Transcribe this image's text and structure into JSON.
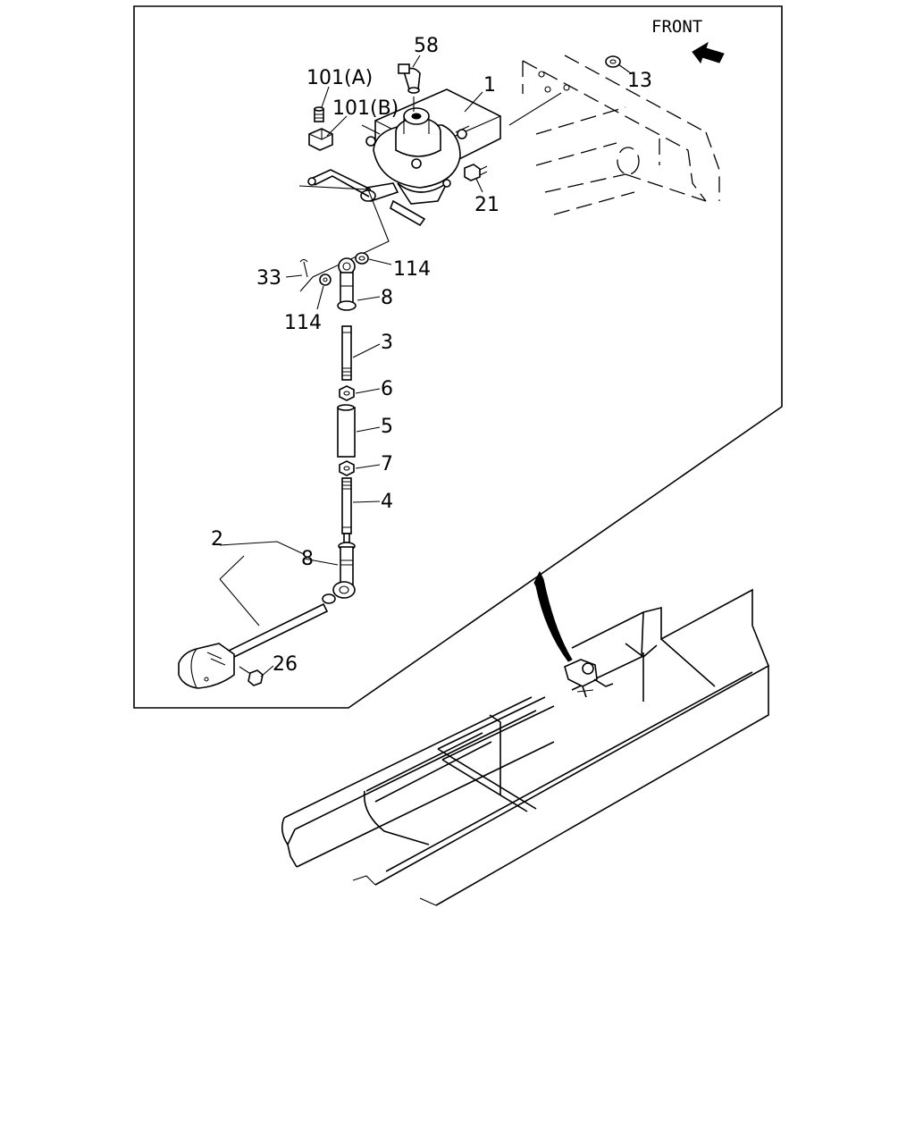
{
  "orientation_label": "FRONT",
  "callouts": {
    "c58": "58",
    "c101a": "101(A)",
    "c101b": "101(B)",
    "c1": "1",
    "c13": "13",
    "c21": "21",
    "c33": "33",
    "c114a": "114",
    "c114b": "114",
    "c8a": "8",
    "c3": "3",
    "c6": "6",
    "c5": "5",
    "c7": "7",
    "c4": "4",
    "c2": "2",
    "c8b": "8",
    "c26": "26"
  }
}
